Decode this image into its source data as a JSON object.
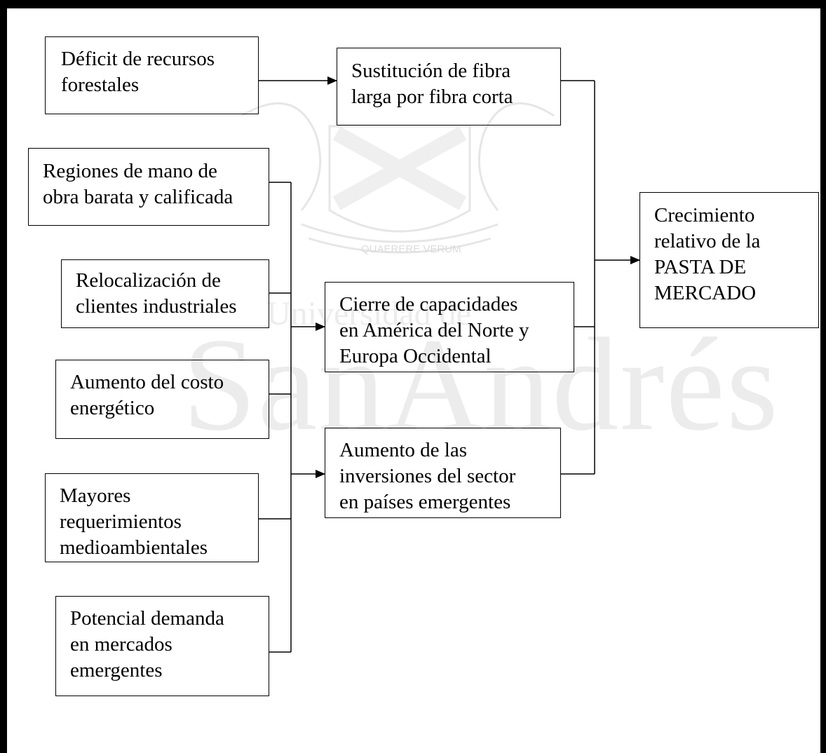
{
  "watermark": {
    "motto": "QUAERERE VERUM",
    "line1": "Universidad de",
    "line2": "SanAndrés"
  },
  "boxes": {
    "deficit": "Déficit de recursos\nforestales",
    "sustitucion": "Sustitución de fibra\nlarga por fibra corta",
    "regiones": "Regiones de mano de\nobra barata y calificada",
    "relocalizacion": "Relocalización de\nclientes industriales",
    "aumento_costo": "Aumento del costo\nenergético",
    "mayores": "Mayores\nrequerimientos\nmedioambientales",
    "potencial": "Potencial demanda\nen mercados\nemergentes",
    "cierre": "Cierre de capacidades\nen América del Norte y\nEuropa Occidental",
    "aumento_inversiones": "Aumento de las\ninversiones del sector\nen países emergentes",
    "crecimiento": "Crecimiento\nrelativo de la\nPASTA DE\nMERCADO"
  }
}
